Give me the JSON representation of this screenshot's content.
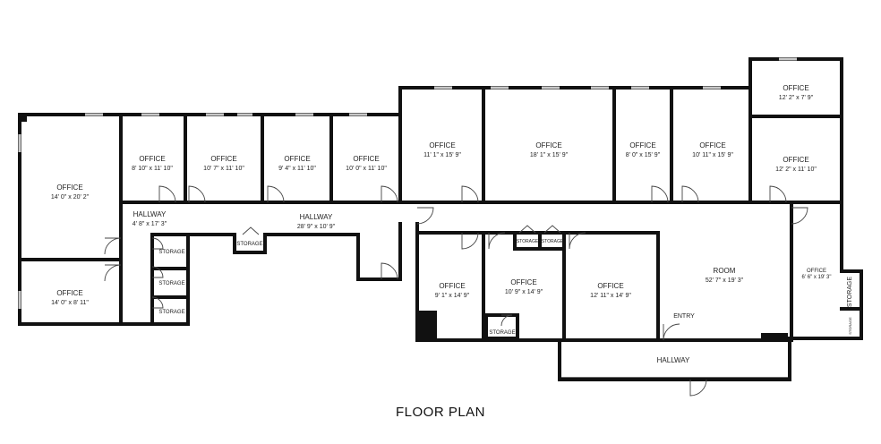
{
  "title": "FLOOR PLAN",
  "rooms": [
    {
      "id": "office-a",
      "label": "OFFICE",
      "dims": "14' 0\" x 20' 2\""
    },
    {
      "id": "office-b",
      "label": "OFFICE",
      "dims": "14' 0\" x 8' 11\""
    },
    {
      "id": "office-c",
      "label": "OFFICE",
      "dims": "8' 10\" x 11' 10\""
    },
    {
      "id": "office-d",
      "label": "OFFICE",
      "dims": "10' 7\" x 11' 10\""
    },
    {
      "id": "office-e",
      "label": "OFFICE",
      "dims": "9' 4\" x 11' 10\""
    },
    {
      "id": "office-f",
      "label": "OFFICE",
      "dims": "10' 0\" x 11' 10\""
    },
    {
      "id": "office-g",
      "label": "OFFICE",
      "dims": "11' 1\" x 15' 9\""
    },
    {
      "id": "office-h",
      "label": "OFFICE",
      "dims": "18' 1\" x 15' 9\""
    },
    {
      "id": "office-i",
      "label": "OFFICE",
      "dims": "8' 0\" x 15' 9\""
    },
    {
      "id": "office-j",
      "label": "OFFICE",
      "dims": "10' 11\" x 15' 9\""
    },
    {
      "id": "office-k",
      "label": "OFFICE",
      "dims": "12' 2\" x 7' 9\""
    },
    {
      "id": "office-l",
      "label": "OFFICE",
      "dims": "12' 2\" x 11' 10\""
    },
    {
      "id": "hallway-a",
      "label": "HALLWAY",
      "dims": "4' 8\" x 17' 3\""
    },
    {
      "id": "hallway-b",
      "label": "HALLWAY",
      "dims": "28' 9\" x 10' 9\""
    },
    {
      "id": "office-m",
      "label": "OFFICE",
      "dims": "9' 1\" x 14' 9\""
    },
    {
      "id": "office-n",
      "label": "OFFICE",
      "dims": "10' 9\" x 14' 9\""
    },
    {
      "id": "office-o",
      "label": "OFFICE",
      "dims": "12' 11\" x 14' 9\""
    },
    {
      "id": "room",
      "label": "ROOM",
      "dims": "52' 7\" x 19' 3\""
    },
    {
      "id": "office-p",
      "label": "OFFICE",
      "dims": "6' 6\" x 19' 3\""
    },
    {
      "id": "hallway-c",
      "label": "HALLWAY",
      "dims": ""
    }
  ],
  "storage_label": "STORAGE",
  "entry_label": "ENTRY"
}
